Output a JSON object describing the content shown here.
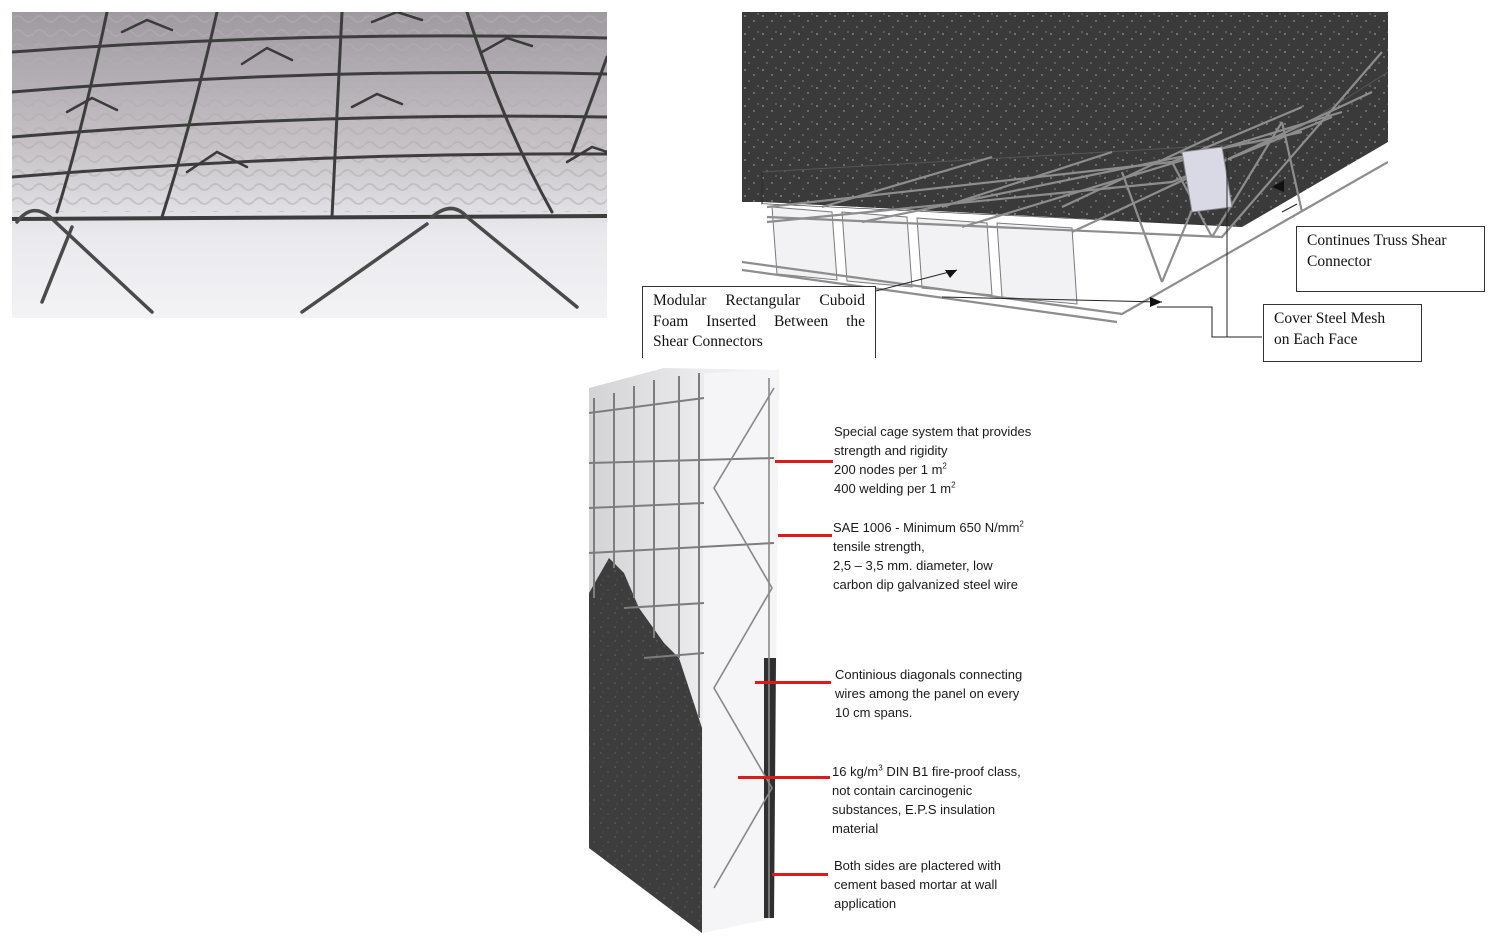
{
  "colors": {
    "foam_light": "#eeeef1",
    "foam_mid": "#d7d5d8",
    "wire": "#3d3d3d",
    "concrete": "#3a3a3a",
    "leader_red": "#e0191b",
    "label_border": "#333333"
  },
  "panel_diagram": {
    "callouts": {
      "truss_connector": {
        "lines": [
          "Continues Truss Shear",
          "Connector"
        ]
      },
      "modular_foam": {
        "lines": [
          "Modular Rectangular Cuboid",
          "Foam Inserted Between the",
          "Shear Connectors"
        ]
      },
      "cover_mesh": {
        "lines": [
          "Cover Steel Mesh",
          "on Each Face"
        ]
      }
    }
  },
  "wall_diagram": {
    "annotations": {
      "cage": {
        "lines": [
          "Special cage system that provides",
          "strength and rigidity"
        ],
        "nodes": "200 nodes per 1 m",
        "welding": "400 welding per 1 m",
        "sup": "2"
      },
      "wire": {
        "line1": "SAE 1006 - Minimum 650 N/mm",
        "sup": "2",
        "lines": [
          "tensile strength,",
          "2,5 – 3,5 mm. diameter, low",
          "carbon dip galvanized steel wire"
        ]
      },
      "diagonals": {
        "lines": [
          "Continious diagonals connecting",
          "wires among the panel on every",
          "10 cm spans."
        ]
      },
      "insulation": {
        "line1a": "16 kg/m",
        "sup": "3",
        "line1b": " DIN B1 fire-proof class,",
        "lines": [
          "not contain carcinogenic",
          "substances, E.P.S insulation",
          "material"
        ]
      },
      "mortar": {
        "lines": [
          "Both sides are plactered with",
          "cement based mortar at wall",
          "application"
        ]
      }
    }
  }
}
